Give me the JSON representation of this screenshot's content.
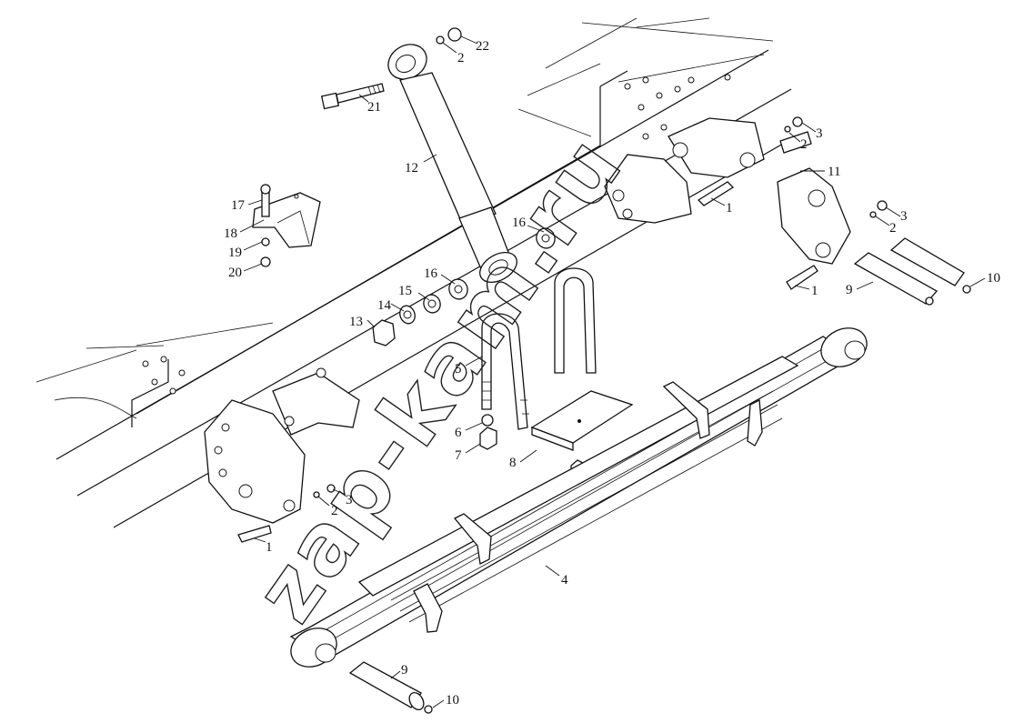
{
  "watermark": "zap-kam.ru",
  "callouts": [
    {
      "id": "c22",
      "text": "22"
    },
    {
      "id": "c2a",
      "text": "2"
    },
    {
      "id": "c21",
      "text": "21"
    },
    {
      "id": "c12",
      "text": "12"
    },
    {
      "id": "c17",
      "text": "17"
    },
    {
      "id": "c18",
      "text": "18"
    },
    {
      "id": "c19",
      "text": "19"
    },
    {
      "id": "c20",
      "text": "20"
    },
    {
      "id": "c3a",
      "text": "3"
    },
    {
      "id": "c2b",
      "text": "2"
    },
    {
      "id": "c11",
      "text": "11"
    },
    {
      "id": "c1a",
      "text": "1"
    },
    {
      "id": "c16a",
      "text": "16"
    },
    {
      "id": "c3b",
      "text": "3"
    },
    {
      "id": "c2c",
      "text": "2"
    },
    {
      "id": "c10a",
      "text": "10"
    },
    {
      "id": "c1b",
      "text": "1"
    },
    {
      "id": "c9a",
      "text": "9"
    },
    {
      "id": "c16b",
      "text": "16"
    },
    {
      "id": "c15",
      "text": "15"
    },
    {
      "id": "c14",
      "text": "14"
    },
    {
      "id": "c13",
      "text": "13"
    },
    {
      "id": "c5",
      "text": "5"
    },
    {
      "id": "c6",
      "text": "6"
    },
    {
      "id": "c7",
      "text": "7"
    },
    {
      "id": "c8",
      "text": "8"
    },
    {
      "id": "c3c",
      "text": "3"
    },
    {
      "id": "c2d",
      "text": "2"
    },
    {
      "id": "c1c",
      "text": "1"
    },
    {
      "id": "c4",
      "text": "4"
    },
    {
      "id": "c9b",
      "text": "9"
    },
    {
      "id": "c10b",
      "text": "10"
    }
  ]
}
